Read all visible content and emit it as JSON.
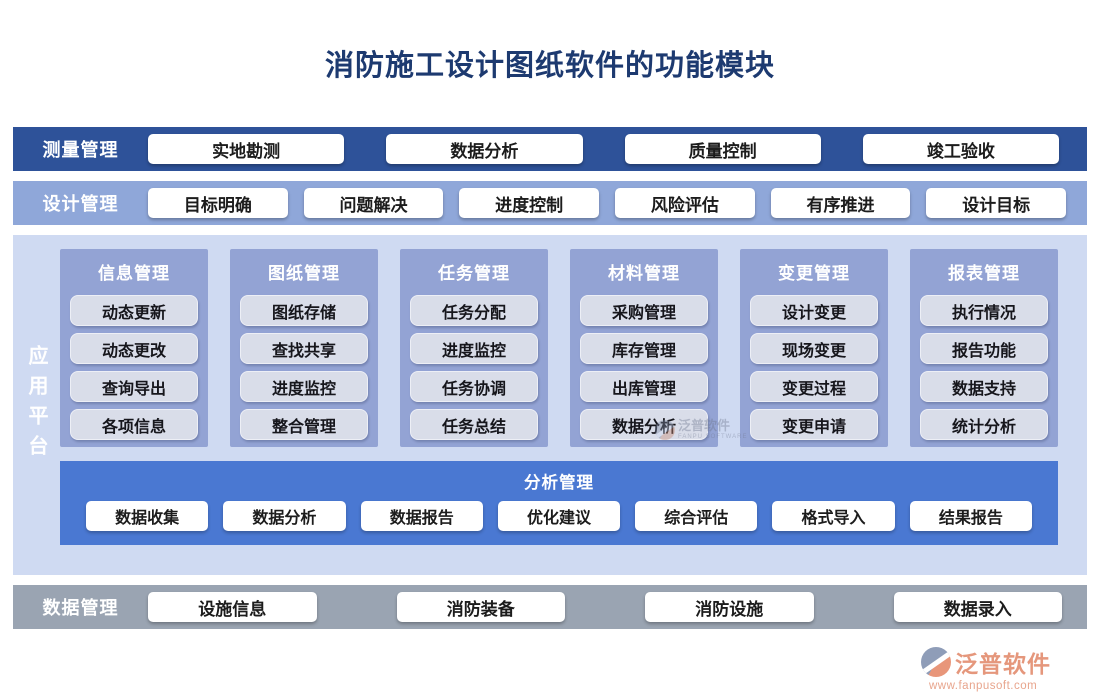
{
  "title": "消防施工设计图纸软件的功能模块",
  "bands": {
    "survey": {
      "label": "测量管理",
      "buttons": [
        "实地勘测",
        "数据分析",
        "质量控制",
        "竣工验收"
      ]
    },
    "design": {
      "label": "设计管理",
      "buttons": [
        "目标明确",
        "问题解决",
        "进度控制",
        "风险评估",
        "有序推进",
        "设计目标"
      ]
    },
    "data": {
      "label": "数据管理",
      "buttons": [
        "设施信息",
        "消防装备",
        "消防设施",
        "数据录入"
      ]
    }
  },
  "platform": {
    "label": "应用平台",
    "columns": [
      {
        "title": "信息管理",
        "items": [
          "动态更新",
          "动态更改",
          "查询导出",
          "各项信息"
        ]
      },
      {
        "title": "图纸管理",
        "items": [
          "图纸存储",
          "查找共享",
          "进度监控",
          "整合管理"
        ]
      },
      {
        "title": "任务管理",
        "items": [
          "任务分配",
          "进度监控",
          "任务协调",
          "任务总结"
        ]
      },
      {
        "title": "材料管理",
        "items": [
          "采购管理",
          "库存管理",
          "出库管理",
          "数据分析"
        ]
      },
      {
        "title": "变更管理",
        "items": [
          "设计变更",
          "现场变更",
          "变更过程",
          "变更申请"
        ]
      },
      {
        "title": "报表管理",
        "items": [
          "执行情况",
          "报告功能",
          "数据支持",
          "统计分析"
        ]
      }
    ],
    "analysis": {
      "title": "分析管理",
      "buttons": [
        "数据收集",
        "数据分析",
        "数据报告",
        "优化建议",
        "综合评估",
        "格式导入",
        "结果报告"
      ]
    }
  },
  "watermark": {
    "brand": "泛普软件",
    "caption": "FANPU SOFTWARE",
    "url": "www.fanpusoft.com"
  },
  "colors": {
    "title_text": "#1d3a70",
    "survey_band": "#2e5299",
    "design_band": "#8fa7d9",
    "platform_bg": "#cfdaf2",
    "pillar_bg": "#93a3d4",
    "pillar_button_bg": "#d9dde9",
    "analysis_band": "#4a78d2",
    "data_band": "#9aa4b2",
    "brand_text": "#e5977c"
  }
}
